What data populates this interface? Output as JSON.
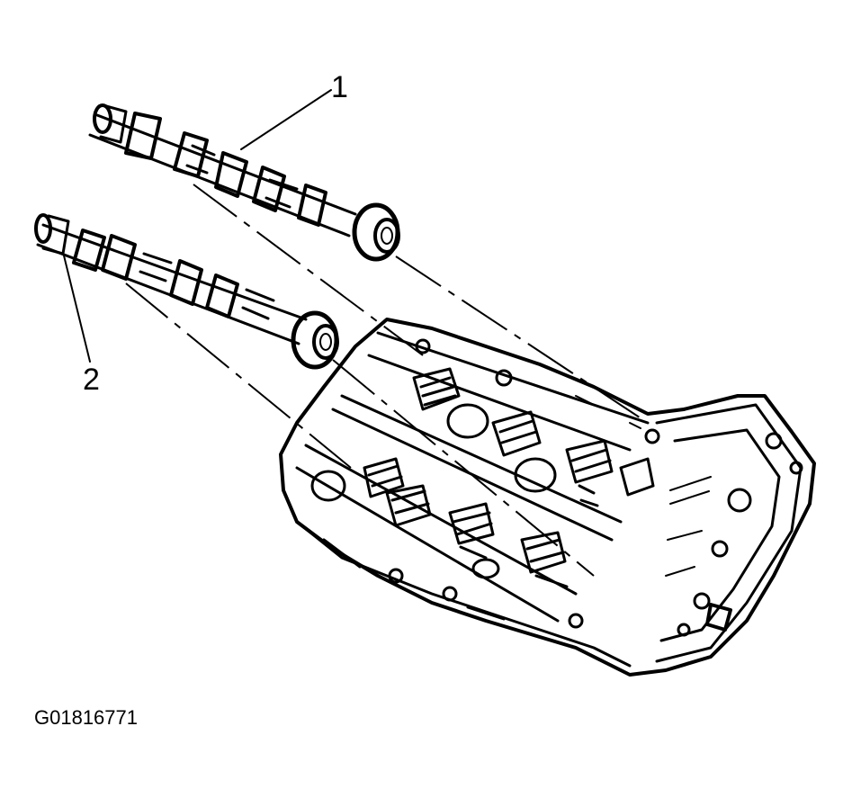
{
  "callouts": {
    "one": "1",
    "two": "2"
  },
  "figure_id": "G01816771",
  "parts": [
    "camshaft-upper",
    "camshaft-lower",
    "cylinder-head"
  ],
  "colors": {
    "ink": "#000000",
    "background": "#ffffff"
  }
}
